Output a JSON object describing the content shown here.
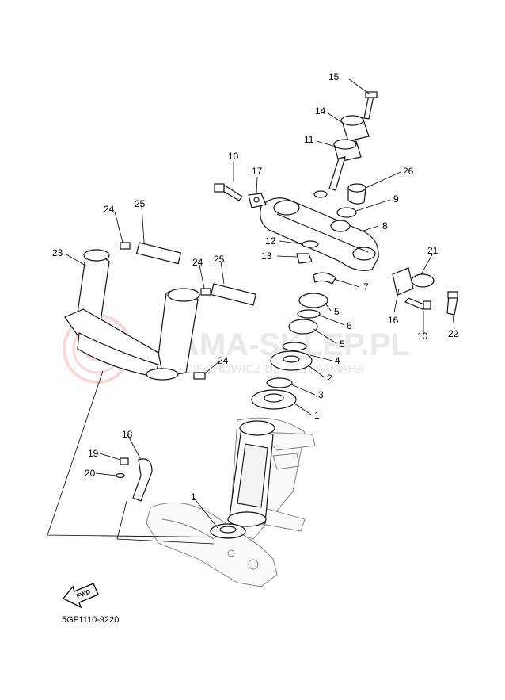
{
  "diagram": {
    "catalog_number": "5GF1110-9220",
    "forward_label": "FWD",
    "watermark": {
      "main": "YAMA-SKLEP.PL",
      "sub": "WOJCIECHOWICZ DEALER YAMAHA"
    },
    "callouts": [
      "15",
      "14",
      "11",
      "10",
      "17",
      "26",
      "9",
      "8",
      "24",
      "25",
      "23",
      "12",
      "13",
      "24",
      "25",
      "7",
      "21",
      "5",
      "6",
      "5",
      "16",
      "10",
      "22",
      "4",
      "24",
      "2",
      "3",
      "1",
      "18",
      "19",
      "20",
      "1"
    ],
    "colors": {
      "line": "#111111",
      "watermark": "#e6e6e6",
      "watermark_logo": "#f2c9c9"
    }
  }
}
